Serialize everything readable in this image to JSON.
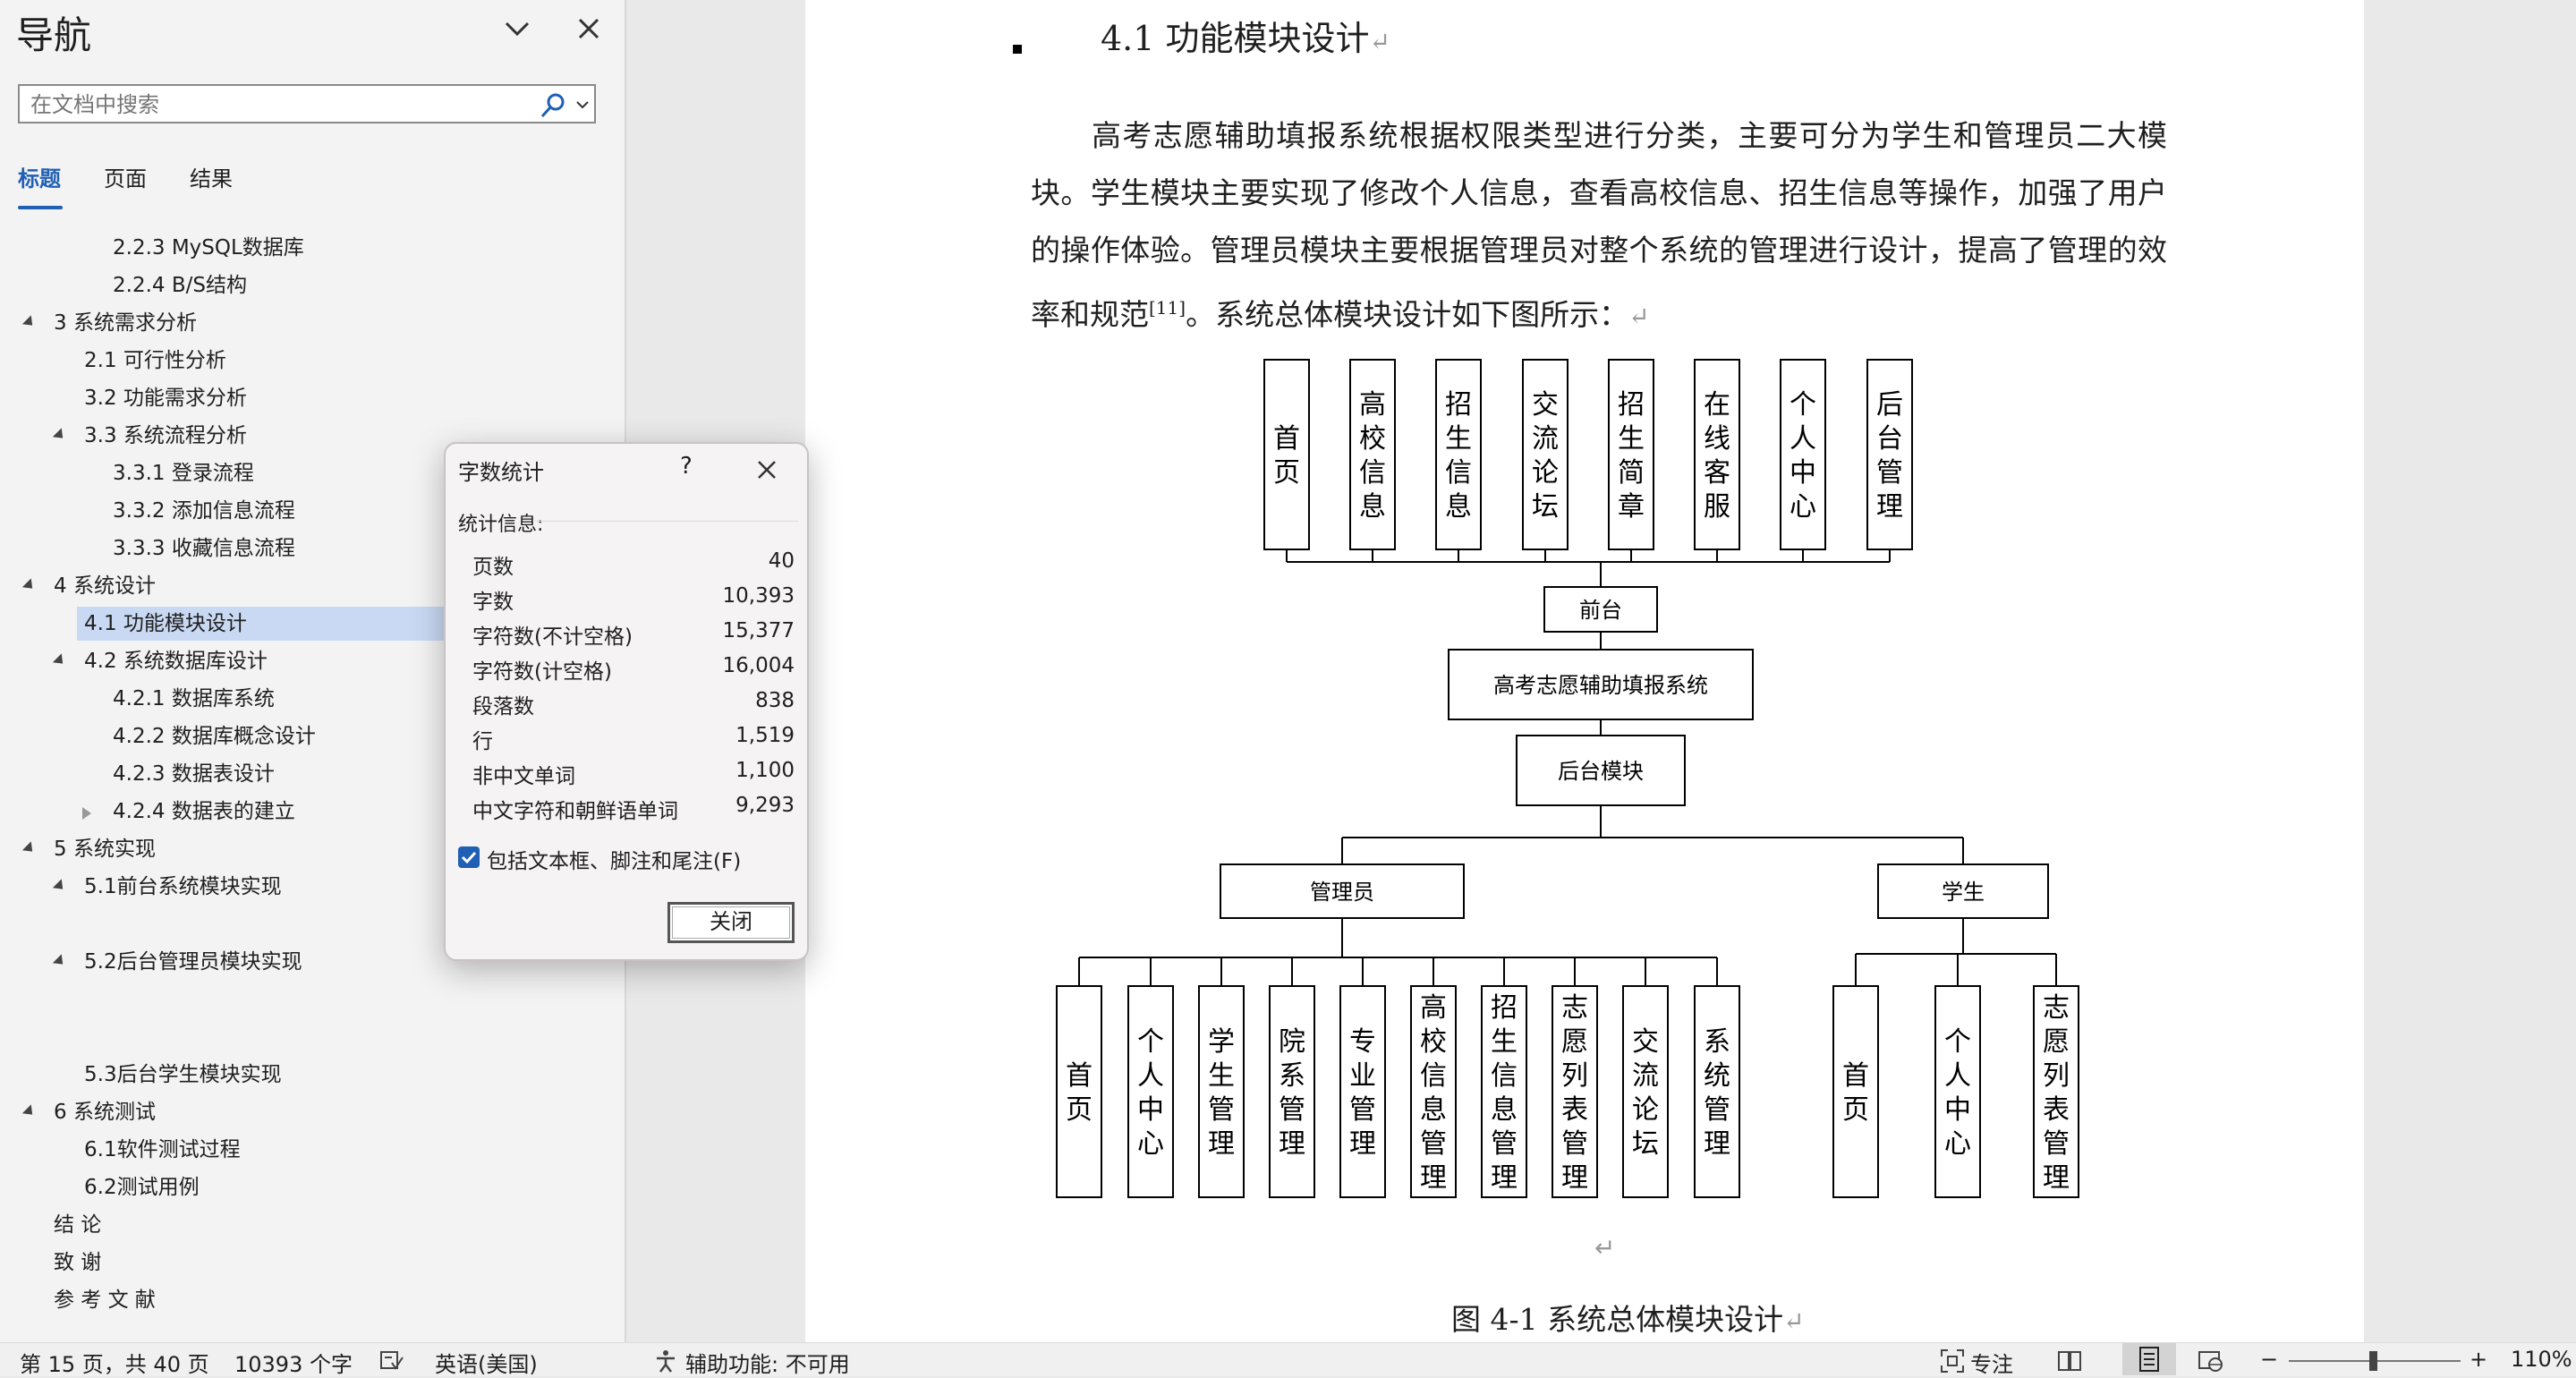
{
  "nav": {
    "title": "导航",
    "search_placeholder": "在文档中搜索",
    "tabs": [
      "标题",
      "页面",
      "结果"
    ],
    "outline": [
      {
        "text": "2.2.3 MySQL数据库",
        "level": 3,
        "toggle": "none"
      },
      {
        "text": "2.2.4 B/S结构",
        "level": 3,
        "toggle": "none"
      },
      {
        "text": "3  系统需求分析",
        "level": 1,
        "toggle": "expanded"
      },
      {
        "text": "2.1 可行性分析",
        "level": 2,
        "toggle": "none"
      },
      {
        "text": "3.2 功能需求分析",
        "level": 2,
        "toggle": "none"
      },
      {
        "text": "3.3 系统流程分析",
        "level": 2,
        "toggle": "expanded"
      },
      {
        "text": "3.3.1 登录流程",
        "level": 3,
        "toggle": "none"
      },
      {
        "text": "3.3.2 添加信息流程",
        "level": 3,
        "toggle": "none"
      },
      {
        "text": "3.3.3 收藏信息流程",
        "level": 3,
        "toggle": "none"
      },
      {
        "text": "4  系统设计",
        "level": 1,
        "toggle": "expanded"
      },
      {
        "text": "4.1 功能模块设计",
        "level": 2,
        "toggle": "none",
        "selected": true
      },
      {
        "text": "4.2 系统数据库设计",
        "level": 2,
        "toggle": "expanded"
      },
      {
        "text": "4.2.1 数据库系统",
        "level": 3,
        "toggle": "none"
      },
      {
        "text": "4.2.2 数据库概念设计",
        "level": 3,
        "toggle": "none"
      },
      {
        "text": "4.2.3 数据表设计",
        "level": 3,
        "toggle": "none"
      },
      {
        "text": "4.2.4 数据表的建立",
        "level": 3,
        "toggle": "collapsed"
      },
      {
        "text": "5  系统实现",
        "level": 1,
        "toggle": "expanded"
      },
      {
        "text": "5.1前台系统模块实现",
        "level": 2,
        "toggle": "expanded"
      },
      {
        "text": "5.2后台管理员模块实现",
        "level": 2,
        "toggle": "expanded",
        "gap_before": 1
      },
      {
        "text": "5.3后台学生模块实现",
        "level": 2,
        "toggle": "none",
        "gap_before": 2
      },
      {
        "text": "6  系统测试",
        "level": 1,
        "toggle": "expanded"
      },
      {
        "text": "6.1软件测试过程",
        "level": 2,
        "toggle": "none"
      },
      {
        "text": "6.2测试用例",
        "level": 2,
        "toggle": "none"
      },
      {
        "text": "结    论",
        "level": 1,
        "toggle": "none"
      },
      {
        "text": "致    谢",
        "level": 1,
        "toggle": "none"
      },
      {
        "text": "参 考 文 献",
        "level": 1,
        "toggle": "none"
      }
    ]
  },
  "document": {
    "heading": "4.1  功能模块设计",
    "para_part1": "高考志愿辅助填报系统根据权限类型进行分类，主要可分为学生和管理员二大模块。学生模块主要实现了修改个人信息，查看高校信息、招生信息等操作，加强了用户的操作体验。管理员模块主要根据管理员对整个系统的管理进行设计，提高了管理的效率和规范",
    "para_ref": "[11]",
    "para_part2": "。系统总体模块设计如下图所示：",
    "paragraph_mark": "↵",
    "caption": "图 4-1  系统总体模块设计",
    "diagram": {
      "top_modules": [
        "首页",
        "高校信息",
        "招生信息",
        "交流论坛",
        "招生简章",
        "在线客服",
        "个人中心",
        "后台管理"
      ],
      "frontend": "前台",
      "system": "高考志愿辅助填报系统",
      "backend": "后台模块",
      "admin": "管理员",
      "student": "学生",
      "admin_modules": [
        "首页",
        "个人中心",
        "学生管理",
        "院系管理",
        "专业管理",
        "高校信息管理",
        "招生信息管理",
        "志愿列表管理",
        "交流论坛",
        "系统管理"
      ],
      "student_modules": [
        "首页",
        "个人中心",
        "志愿列表管理"
      ]
    }
  },
  "dialog": {
    "title": "字数统计",
    "help": "?",
    "section": "统计信息:",
    "stats": [
      {
        "label": "页数",
        "value": "40"
      },
      {
        "label": "字数",
        "value": "10,393"
      },
      {
        "label": "字符数(不计空格)",
        "value": "15,377"
      },
      {
        "label": "字符数(计空格)",
        "value": "16,004"
      },
      {
        "label": "段落数",
        "value": "838"
      },
      {
        "label": "行",
        "value": "1,519"
      },
      {
        "label": "非中文单词",
        "value": "1,100"
      },
      {
        "label": "中文字符和朝鲜语单词",
        "value": "9,293"
      }
    ],
    "checkbox_label": "包括文本框、脚注和尾注(F)",
    "checkbox_checked": true,
    "close_button": "关闭"
  },
  "status_bar": {
    "page": "第 15 页，共 40 页",
    "words": "10393 个字",
    "language": "英语(美国)",
    "accessibility": "辅助功能: 不可用",
    "focus": "专注",
    "zoom_minus": "−",
    "zoom_plus": "+",
    "zoom": "110%",
    "zoom_level_fraction": 0.47
  }
}
